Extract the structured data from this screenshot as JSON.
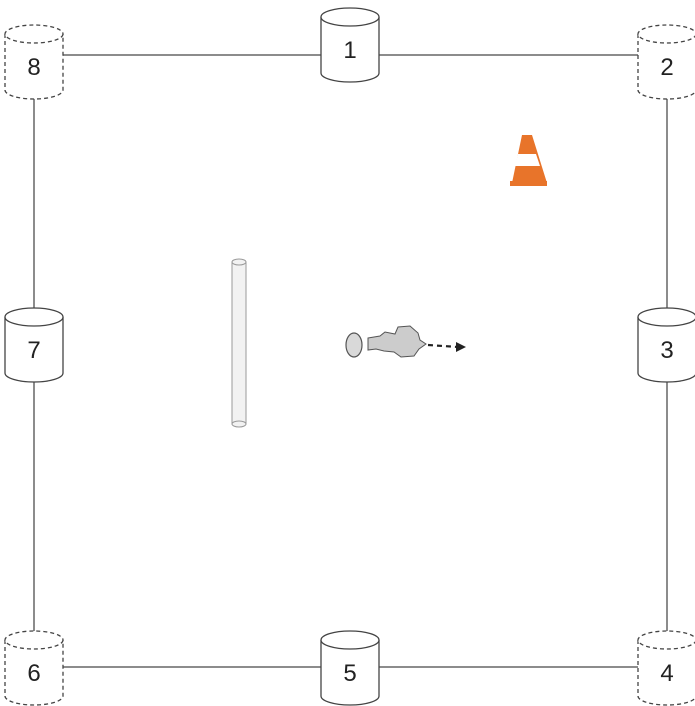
{
  "colors": {
    "line": "#666666",
    "stroke": "#444444",
    "cone": "#e8742a",
    "cone_stripe": "#ffffff",
    "ball": "#d9d9d9",
    "smoke": "#cccccc",
    "arrow": "#222222",
    "pole": "#f2f2f2"
  },
  "cylinders": [
    {
      "label": "1",
      "style": "solid"
    },
    {
      "label": "2",
      "style": "dashed"
    },
    {
      "label": "3",
      "style": "solid"
    },
    {
      "label": "4",
      "style": "dashed"
    },
    {
      "label": "5",
      "style": "solid"
    },
    {
      "label": "6",
      "style": "dashed"
    },
    {
      "label": "7",
      "style": "solid"
    },
    {
      "label": "8",
      "style": "dashed"
    }
  ],
  "icons": {
    "cone": "traffic-cone-icon",
    "pole": "vertical-pole",
    "ball": "ball-icon",
    "trail": "smoke-trail-icon",
    "arrow": "motion-arrow-icon"
  }
}
